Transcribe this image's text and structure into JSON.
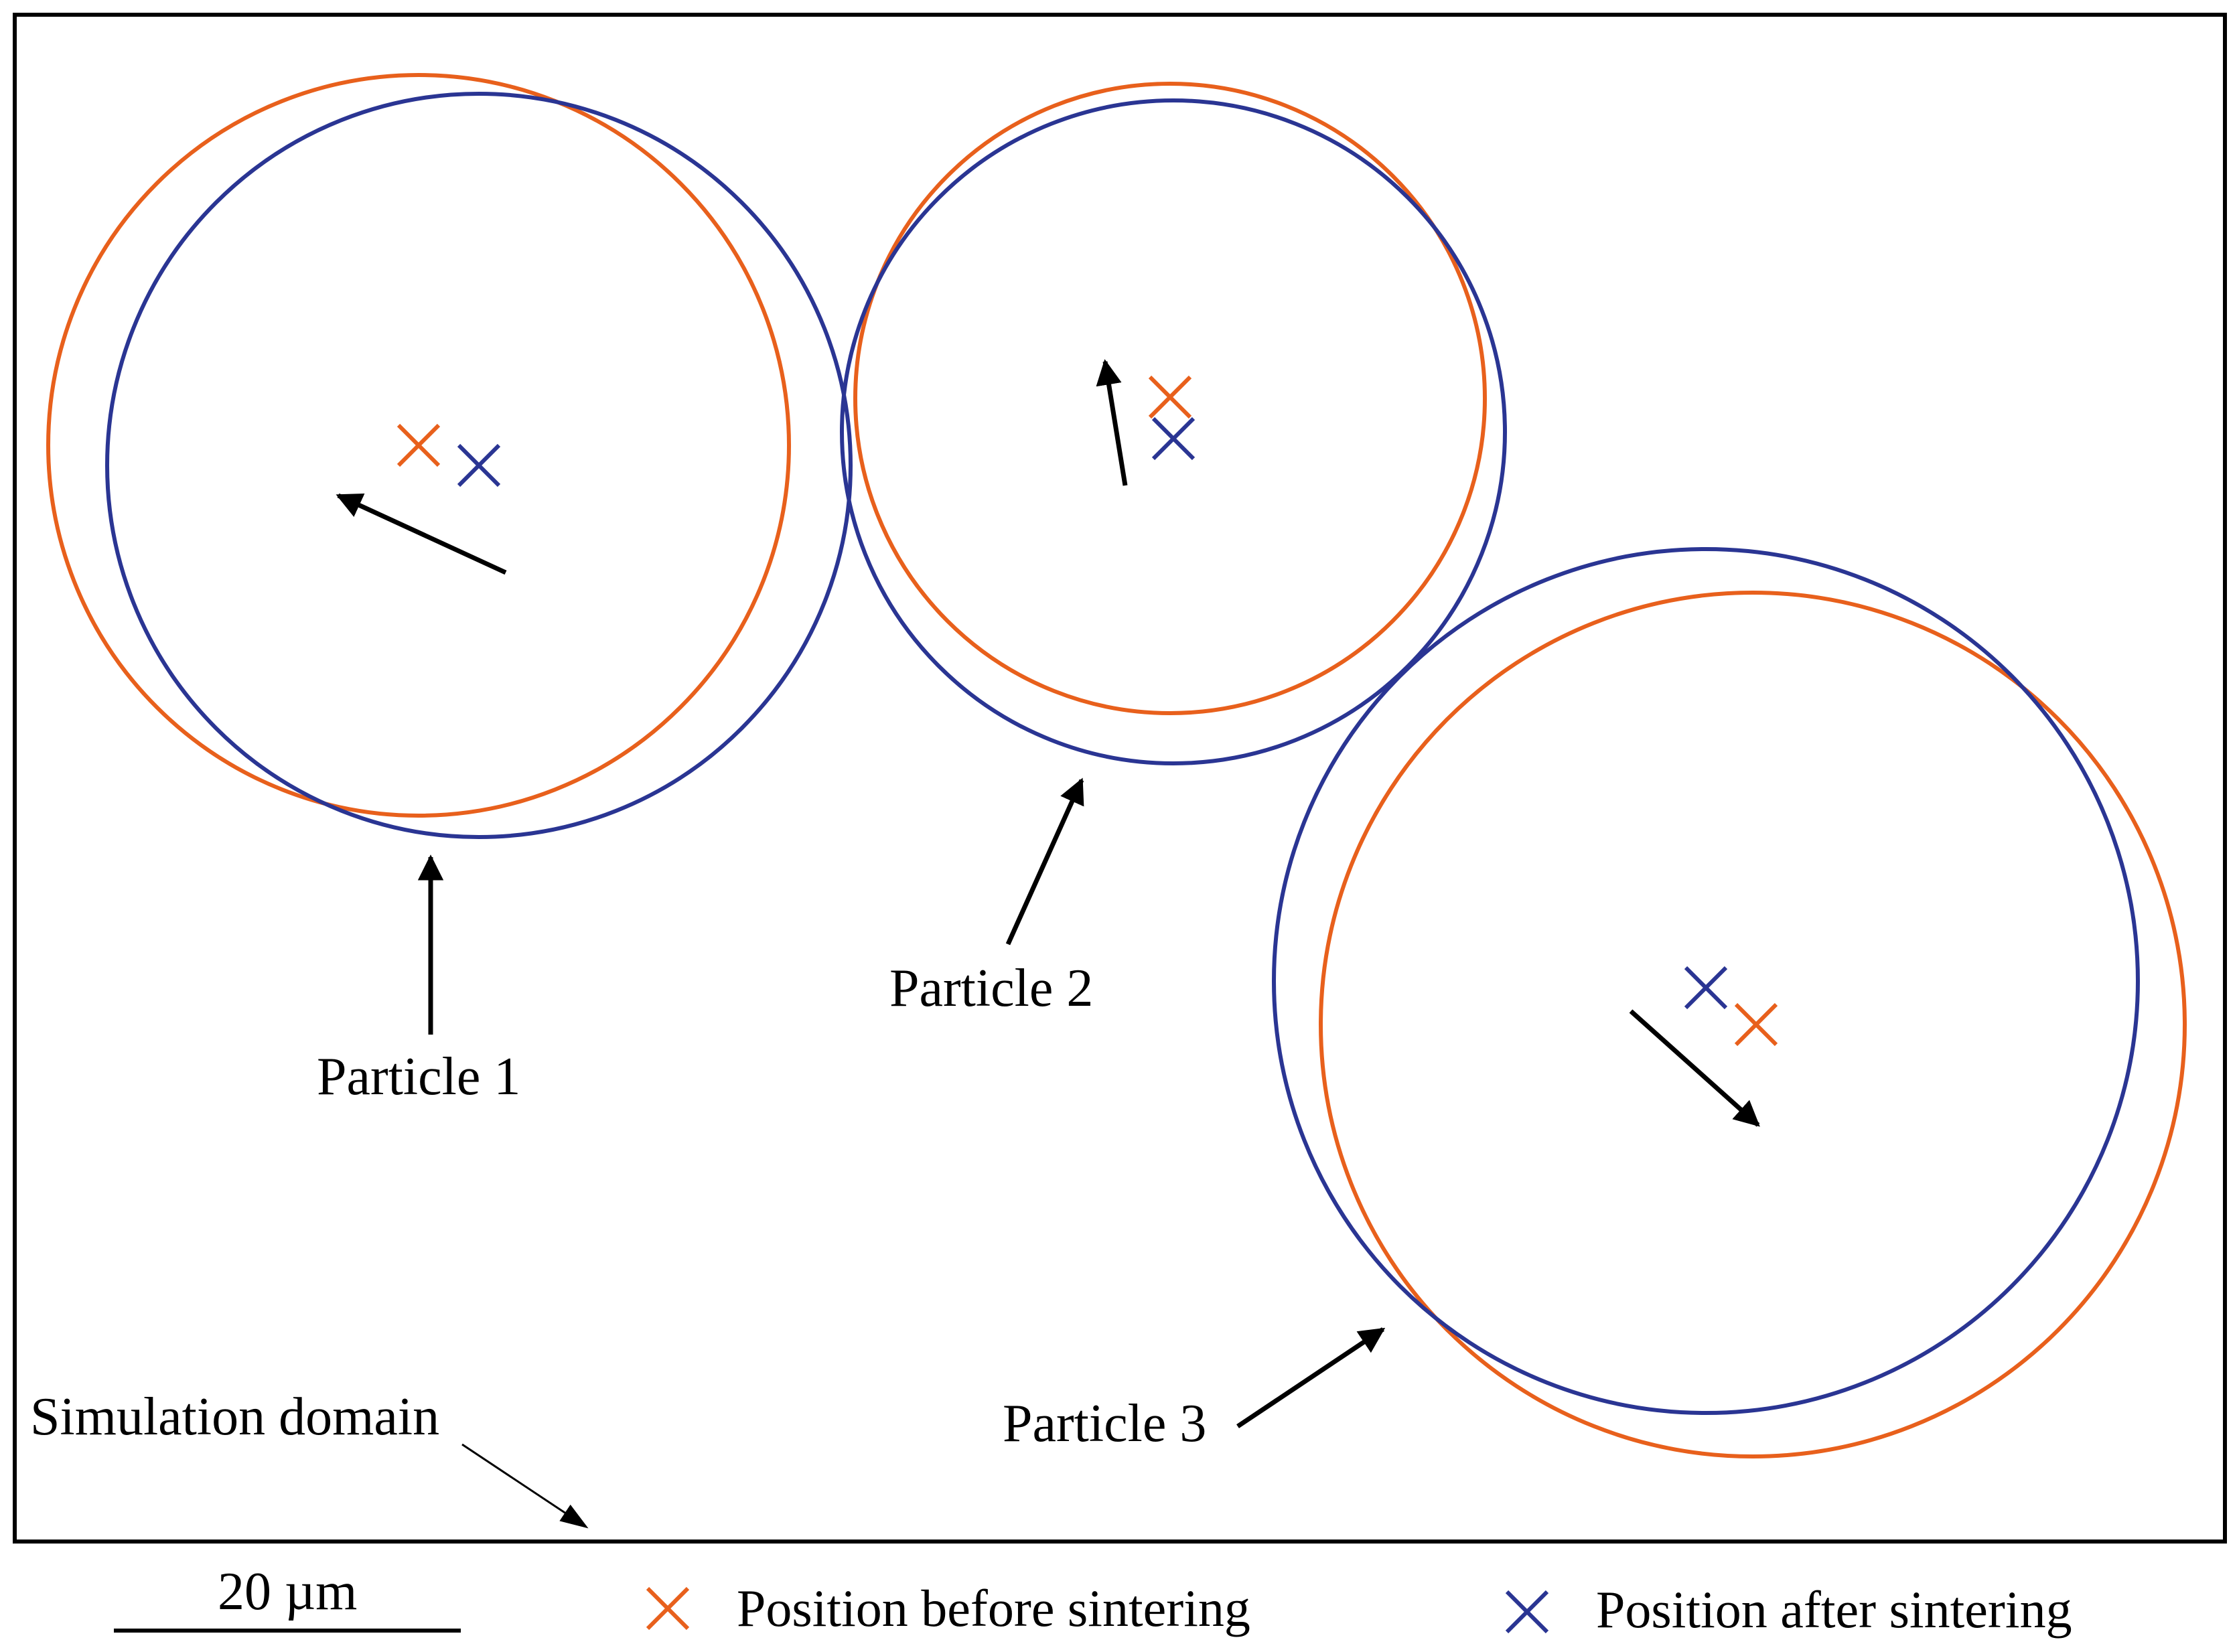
{
  "colors": {
    "before": "#e8601c",
    "after": "#2a3593",
    "frame": "#000000",
    "arrow": "#000000"
  },
  "labels": {
    "particle1": "Particle 1",
    "particle2": "Particle 2",
    "particle3": "Particle 3",
    "domain": "Simulation domain"
  },
  "scale_bar": {
    "label": "20 µm"
  },
  "legend": {
    "before": "Position before sintering",
    "after": "Position after sintering"
  }
}
